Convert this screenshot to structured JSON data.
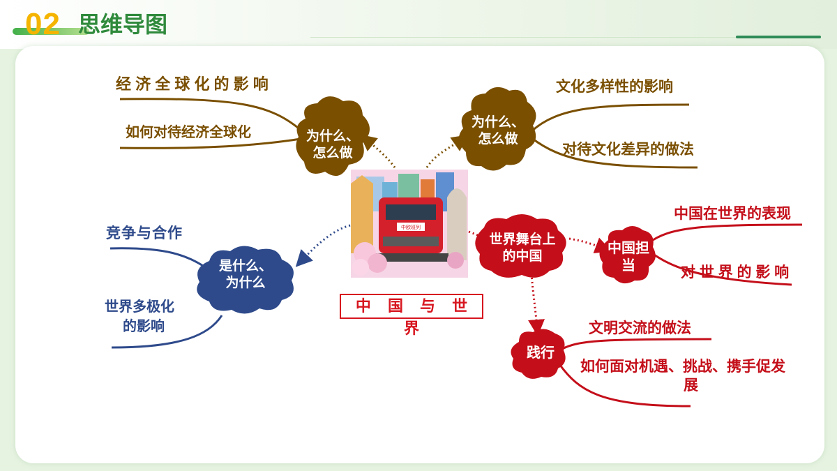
{
  "header": {
    "number": "02",
    "title": "思维导图"
  },
  "center": {
    "title": "中 国 与 世 界",
    "image_caption": "中欧班列"
  },
  "branches": {
    "economy": {
      "node": [
        "为什么、",
        "怎么做"
      ],
      "items": [
        "经 济 全 球 化 的 影 响",
        "如何对待经济全球化"
      ]
    },
    "culture": {
      "node": [
        "为什么、",
        "怎么做"
      ],
      "items": [
        "文化多样性的影响",
        "对待文化差异的做法"
      ]
    },
    "world": {
      "node": [
        "是什么、",
        "为什么"
      ],
      "items": [
        "竞争与合作",
        "世界多极化",
        "的影响"
      ]
    },
    "stage": {
      "node": [
        "世界舞台上",
        "的中国"
      ]
    },
    "role": {
      "node": [
        "中国担",
        "当"
      ],
      "items": [
        "中国在世界的表现",
        "对 世 界 的 影 响"
      ]
    },
    "practice": {
      "node": [
        "践行"
      ],
      "items": [
        "文明交流的做法",
        "如何面对机遇、挑战、携手促发",
        "展"
      ]
    }
  },
  "colors": {
    "brown": "#7a4f00",
    "blue": "#2e4a8b",
    "red": "#c40f1a",
    "green": "#2f8a3c",
    "yellow": "#f5b400"
  }
}
